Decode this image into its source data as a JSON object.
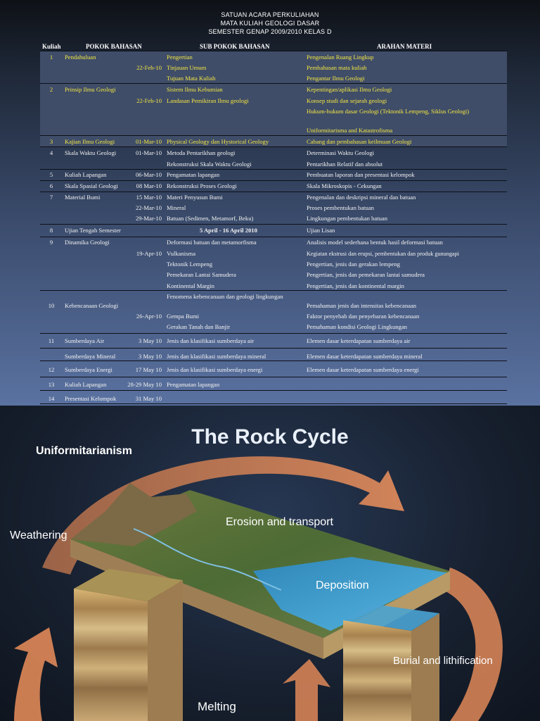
{
  "header": {
    "line1": "SATUAN ACARA PERKULIAHAN",
    "line2": "MATA KULIAH GEOLOGI DASAR",
    "line3": "SEMESTER GENAP 2009/2010 KELAS D"
  },
  "columns": [
    "Kuliah",
    "POKOK BAHASAN",
    "SUB POKOK BAHASAN",
    "ARAHAN MATERI"
  ],
  "rows": {
    "r1": {
      "num": "1",
      "topic": "Pendahuluan",
      "date": "22-Feb-10",
      "subs": [
        "Pengertian",
        "Tinjauan Umum",
        "Tujuan Mata Kuliah"
      ],
      "aims": [
        "Pengenalan Ruang Lingkup",
        "Pembahasan mata kuliah",
        "Pengantar Ilmu Geologi"
      ]
    },
    "r2": {
      "num": "2",
      "topic": "Prinsip Ilmu Geologi",
      "date": "22-Feb-10",
      "subs": [
        "Sistem Ilmu Kebumian",
        "Landasan Pemikiran Ilmu geologi"
      ],
      "aims": [
        "Kepentingan/aplikasi Ilmu Geologi",
        "Konsep studi dan sejarah geologi",
        "Hukum-hukum dasar Geologi (Tektonik Lempeng, Siklus Geologi)",
        "Uniformitarisma and Katastrofisma"
      ]
    },
    "r3": {
      "num": "3",
      "topic": "Kajian Ilmu Geologi",
      "date": "01-Mar-10",
      "sub": "Physical Geology dan Hystorical Geology",
      "aim": "Cabang dan pembahasan keilmuan Geologi"
    },
    "r4": {
      "num": "4",
      "topic": "Skala Waktu Geologi",
      "date": "01-Mar-10",
      "subs": [
        "Metoda Pentarikhan geologi",
        "Rekonstruksi Skala Waktu Geologi"
      ],
      "aims": [
        "Determinasi Waktu Geologi",
        "Pentarikhan Relatif dan absolut"
      ]
    },
    "r5": {
      "num": "5",
      "topic": "Kuliah Lapangan",
      "date": "06-Mar-10",
      "sub": "Pengamatan lapangan",
      "aim": "Pembuatan laporan dan presentasi kelompok"
    },
    "r6": {
      "num": "6",
      "topic": "Skala Spasial Geologi",
      "date": "08 Mar-10",
      "sub": "Rekonstruksi Proses Geologi",
      "aim": "Skala Mikroskopis - Cekungan"
    },
    "r7": {
      "num": "7",
      "topic": "Material Bumi",
      "dates": [
        "15 Mar-10",
        "22-Mar-10",
        "29-Mar-10"
      ],
      "subs": [
        "Materi Penyusun Bumi",
        "Mineral",
        "Batuan (Sedimen, Metamorf, Beku)"
      ],
      "aims": [
        "Pengenalan dan deskripsi mineral dan batuan",
        "Proses pembentukan batuan",
        "Lingkungan pembentukan batuan"
      ]
    },
    "r8": {
      "num": "8",
      "topic": "Ujian Tengah Semester",
      "sub": "5 April - 16 April 2010",
      "aim": "Ujian Lisan"
    },
    "r9": {
      "num": "9",
      "topic": "Dinamika Geologi",
      "date": "19-Apr-10",
      "subs": [
        "Deformasi batuan dan metamorfisma",
        "Vulkanisma",
        "Tektonik Lempeng",
        "Pemekaran Lantai Samudera",
        "Kontinental Margin"
      ],
      "aims": [
        "Analisis model sederhana bentuk hasil deformasi batuan",
        "Kegiatan ekstrusi dan erupsi, pembentukan dan produk gunungapi",
        "Pengertian, jenis dan gerakan lempeng",
        "Pengertian, jenis dan pemekaran lantai samudera",
        "Pengertian, jenis dan kontinental margin"
      ]
    },
    "r10": {
      "num": "10",
      "topic": "Kebencanaan Geologi",
      "date": "26-Apr-10",
      "subs": [
        "Fenomena kebencanaan dan geologi lingkungan",
        "Gempa Bumi",
        "Gerakan Tanah dan Banjir"
      ],
      "aims": [
        "Pemahaman jenis dan intensitas kebencanaan",
        "Faktor penyebab dan penyebaran kebencanaan",
        "Pemahaman kondisi Geologi Lingkungan"
      ]
    },
    "r11": {
      "num": "11",
      "topic": "Sumberdaya Air",
      "date": "3 May 10",
      "sub": "Jenis dan klasifikasi sumberdaya air",
      "aim": "Elemen dasar  keterdapatan sumberdaya air"
    },
    "r11b": {
      "num": "",
      "topic": "Sumberdaya Mineral",
      "date": "3 May 10",
      "sub": "Jenis dan klasifikasi sumberdaya mineral",
      "aim": "Elemen dasar  keterdapatan sumberdaya mineral"
    },
    "r12": {
      "num": "12",
      "topic": "Sumberdaya Energi",
      "date": "17 May 10",
      "sub": "Jenis dan klasifikasi sumberdaya energi",
      "aim": "Elemen dasar  keterdapatan sumberdaya energi"
    },
    "r13": {
      "num": "13",
      "topic": "Kuliah Lapangan",
      "date": "28-29 May 10",
      "sub": "Pengamatan lapangan"
    },
    "r14": {
      "num": "14",
      "topic": "Presentasi Kelompok",
      "date": "31 May 10"
    }
  },
  "rockcycle": {
    "title": "The Rock Cycle",
    "labels": {
      "uniformitarianism": "Uniformitarianism",
      "weathering": "Weathering",
      "erosion": "Erosion and transport",
      "deposition": "Deposition",
      "burial": "Burial and lithification",
      "melting": "Melting"
    }
  },
  "colors": {
    "highlight_text": "#f5e642",
    "arrow": "#e08858"
  }
}
